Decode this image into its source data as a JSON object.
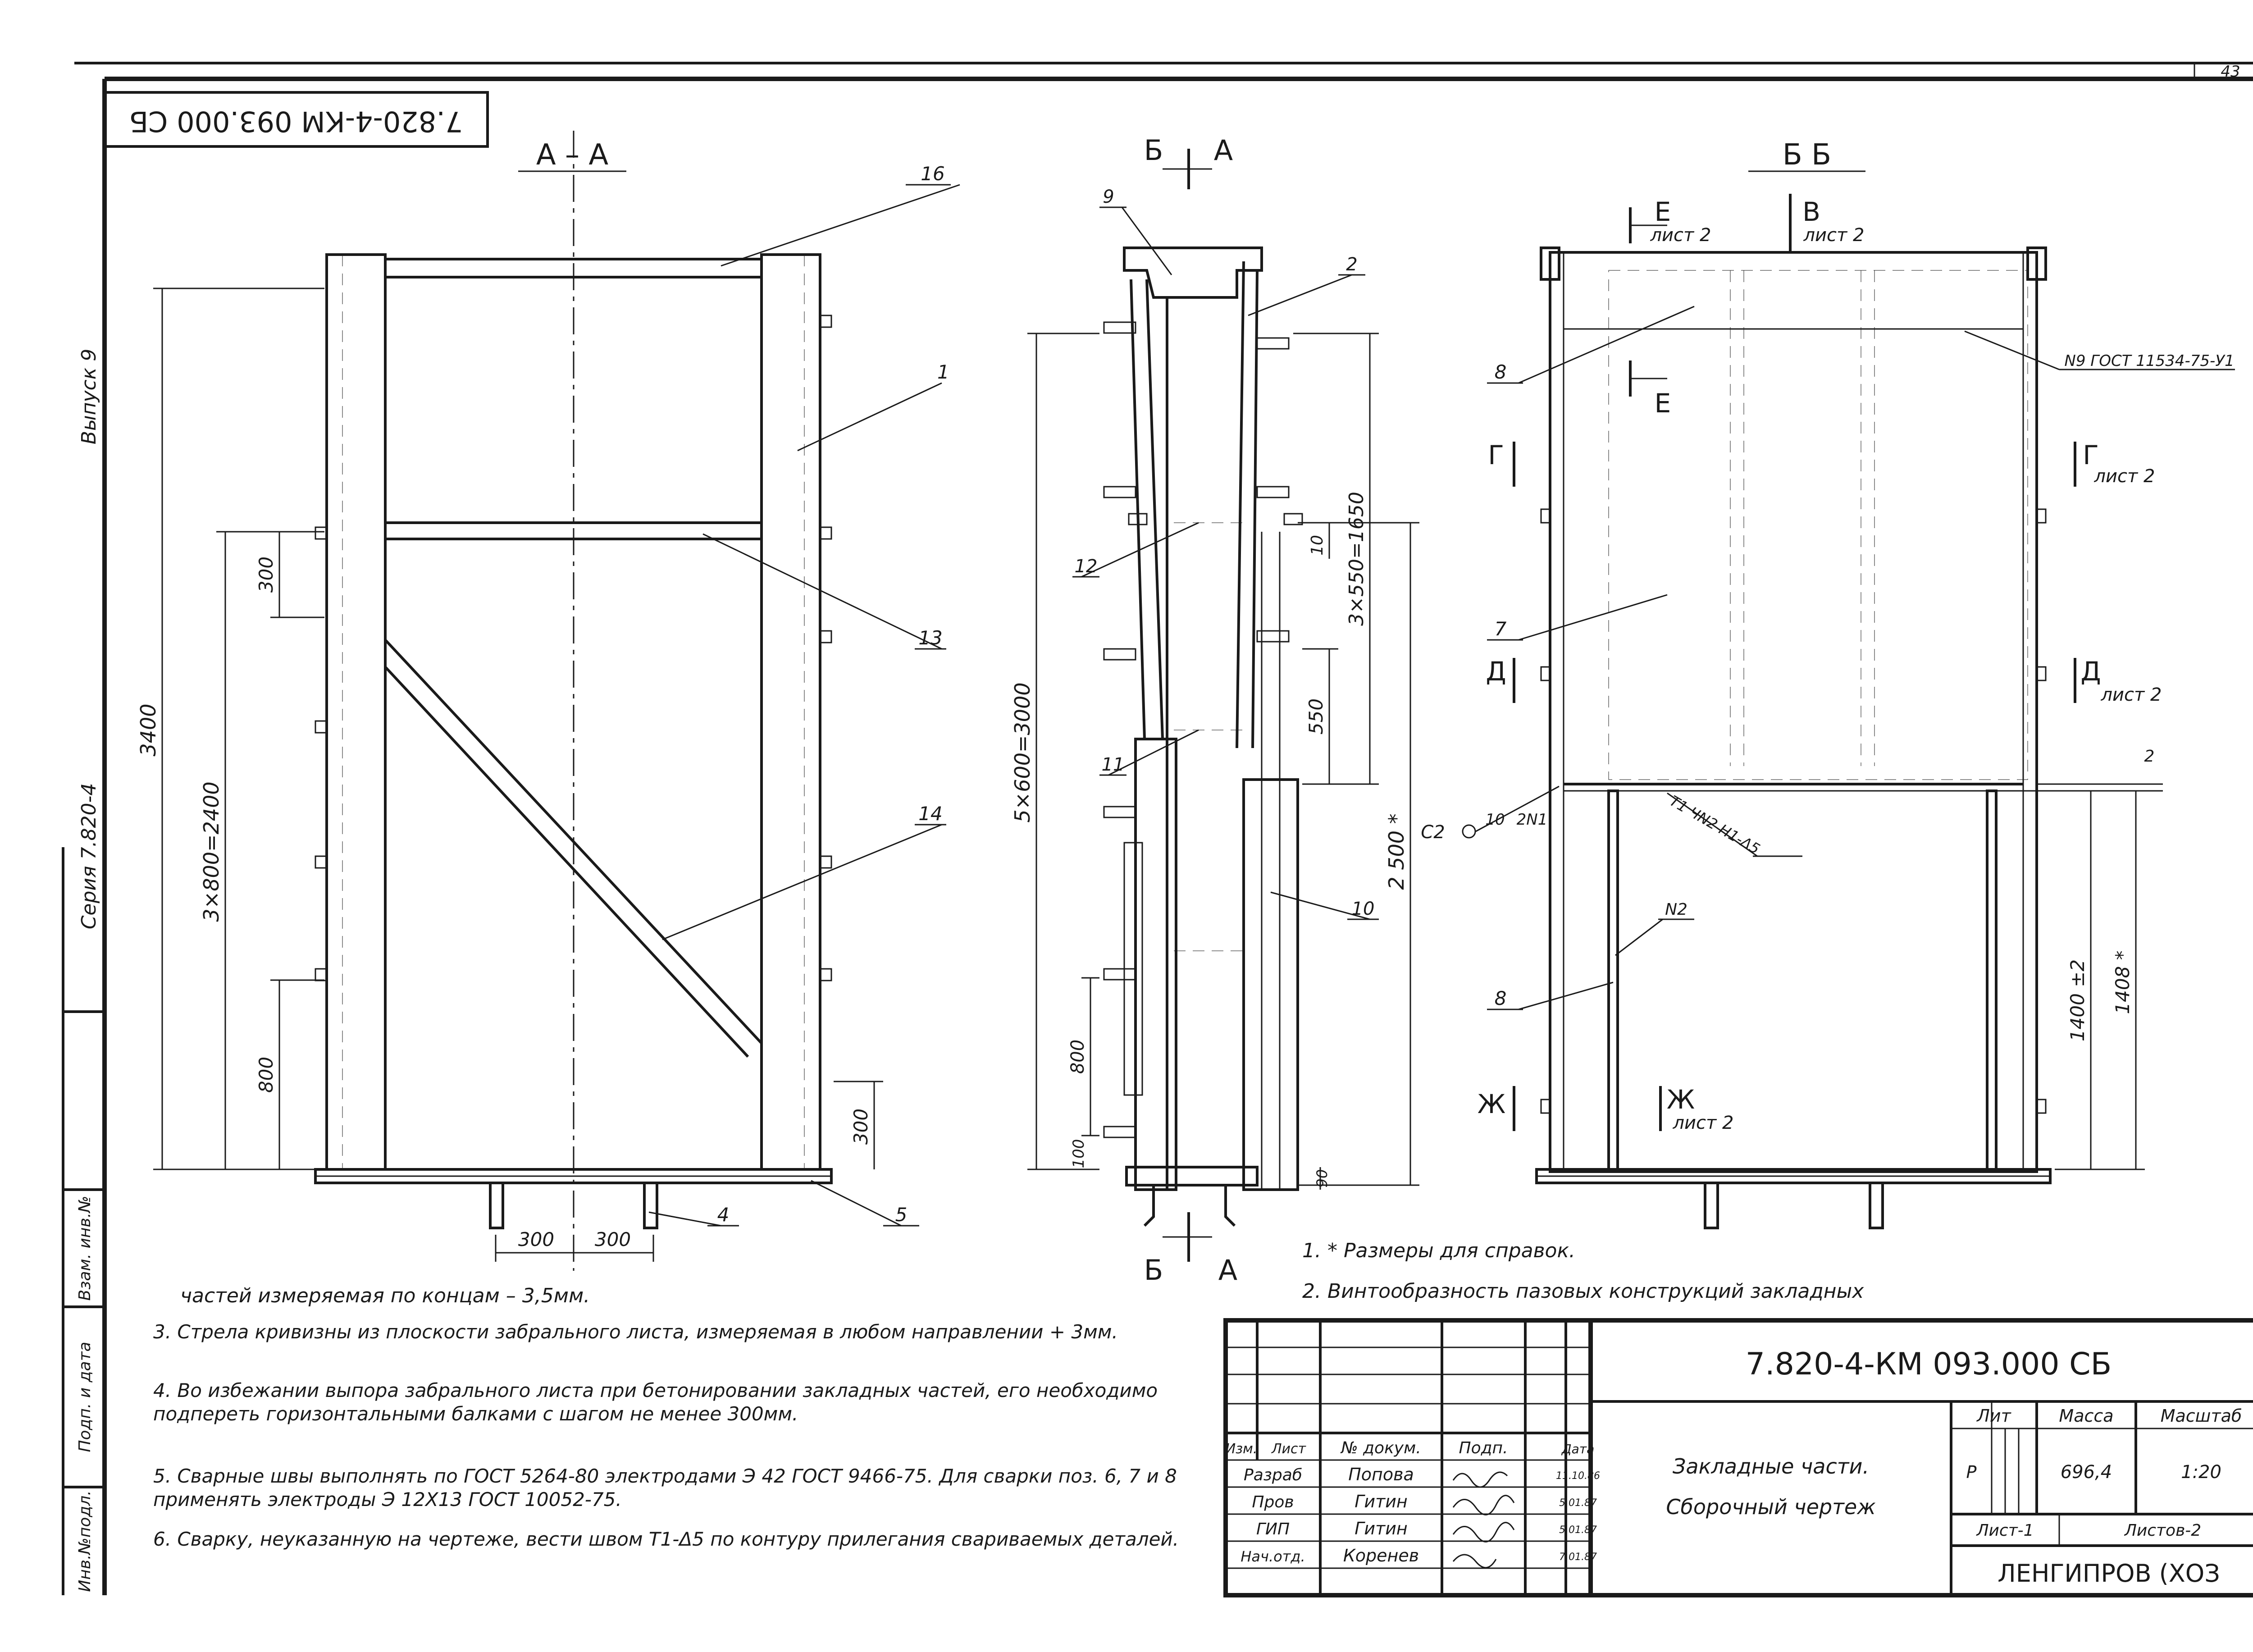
{
  "sheet": {
    "page_number": "43",
    "stamp_code": "7.820-4-КМ 093.000 СБ",
    "vertical_series": "Серия 7.820-4",
    "vertical_issue": "Выпуск 9",
    "margin_labels": [
      "Взам. инв.№",
      "Подп. и дата",
      "Инв.№подл."
    ]
  },
  "views": {
    "aa_title": "А – А",
    "bb_title": "Б   Б",
    "section_b": "Б",
    "section_a": "А",
    "aa_dims": {
      "total_height": "3400",
      "spacing": "3×800=2400",
      "top_gap": "300",
      "bottom_gap": "800",
      "right_gap": "300",
      "bottom_left": "300",
      "bottom_right": "300"
    },
    "side_dims": {
      "vertical_total": "5×600=3000",
      "upper_spacing": "3×550=1650",
      "gap_550": "550",
      "gap_10": "10",
      "gap_800": "800",
      "gap_100": "100",
      "overall": "2 500 *",
      "bottom_90": "90"
    },
    "bb_dims": {
      "dim_1400": "1400 ±2",
      "dim_1408": "1408 *"
    },
    "positions": {
      "p1": "1",
      "p2": "2",
      "p4": "4",
      "p5": "5",
      "p7": "7",
      "p8": "8",
      "p9": "9",
      "p10": "10",
      "p11": "11",
      "p12": "12",
      "p13": "13",
      "p14": "14",
      "p16": "16"
    },
    "section_marks": {
      "e_top": "Е",
      "e_top_sheet": "лист 2",
      "v_top": "В",
      "v_top_sheet": "лист 2",
      "e_mid": "Е",
      "g_left": "Г",
      "g_right": "Г",
      "g_right_sheet": "лист 2",
      "d_left": "Д",
      "d_right": "Д",
      "d_right_sheet": "лист 2",
      "zh_left": "Ж",
      "zh_right": "Ж",
      "zh_right_sheet": "лист 2"
    },
    "weld_marks": {
      "gost_note": "N9 ГОСТ 11534-75-У1",
      "c2": "С2",
      "weld_10": "10",
      "weld_2n1": "2N1",
      "t1": "Т1 ЧN2 Н1-Δ5",
      "n2": "N2",
      "mark_2": "2"
    }
  },
  "notes": {
    "n1": "1. * Размеры для справок.",
    "n2": "2. Винтообразность пазовых конструкций закладных",
    "n2b": "частей измеряемая по концам – 3,5мм.",
    "n3": "3. Стрела кривизны из плоскости забрального листа, измеряемая в любом направлении + 3мм.",
    "n4": "4. Во избежании выпора забрального листа при бетонировании закладных частей, его необходимо подпереть горизонтальными балками с шагом не менее 300мм.",
    "n5": "5. Сварные швы выполнять по ГОСТ 5264-80 электродами Э 42 ГОСТ 9466-75. Для сварки поз. 6, 7 и 8 применять электроды Э 12Х13 ГОСТ 10052-75.",
    "n6": "6. Сварку, неуказанную на чертеже, вести швом Т1-Δ5 по контуру прилегания сваpиваемых деталей."
  },
  "title_block": {
    "code": "7.820-4-КМ 093.000 СБ",
    "name_line1": "Закладные части.",
    "name_line2": "Сборочный чертеж",
    "headers": {
      "izm": "Изм.",
      "list": "Лист",
      "doc": "№ докум.",
      "sign": "Подп.",
      "date": "Дата"
    },
    "rows": [
      {
        "role": "Разраб",
        "name": "Попова",
        "date": "11.10.86"
      },
      {
        "role": "Пров",
        "name": "Гитин",
        "date": "5.01.87"
      },
      {
        "role": "ГИП",
        "name": "Гитин",
        "date": "5.01.87"
      },
      {
        "role": "Нач.отд.",
        "name": "Коренев",
        "date": "7.01.87"
      }
    ],
    "lit_label": "Лит",
    "mass_label": "Масса",
    "scale_label": "Масштаб",
    "lit_value": "Р",
    "mass_value": "696,4",
    "scale_value": "1:20",
    "sheet_label": "Лист-1",
    "sheets_label": "Листов-2",
    "org": "ЛЕНГИПРОВ (ХОЗ"
  }
}
